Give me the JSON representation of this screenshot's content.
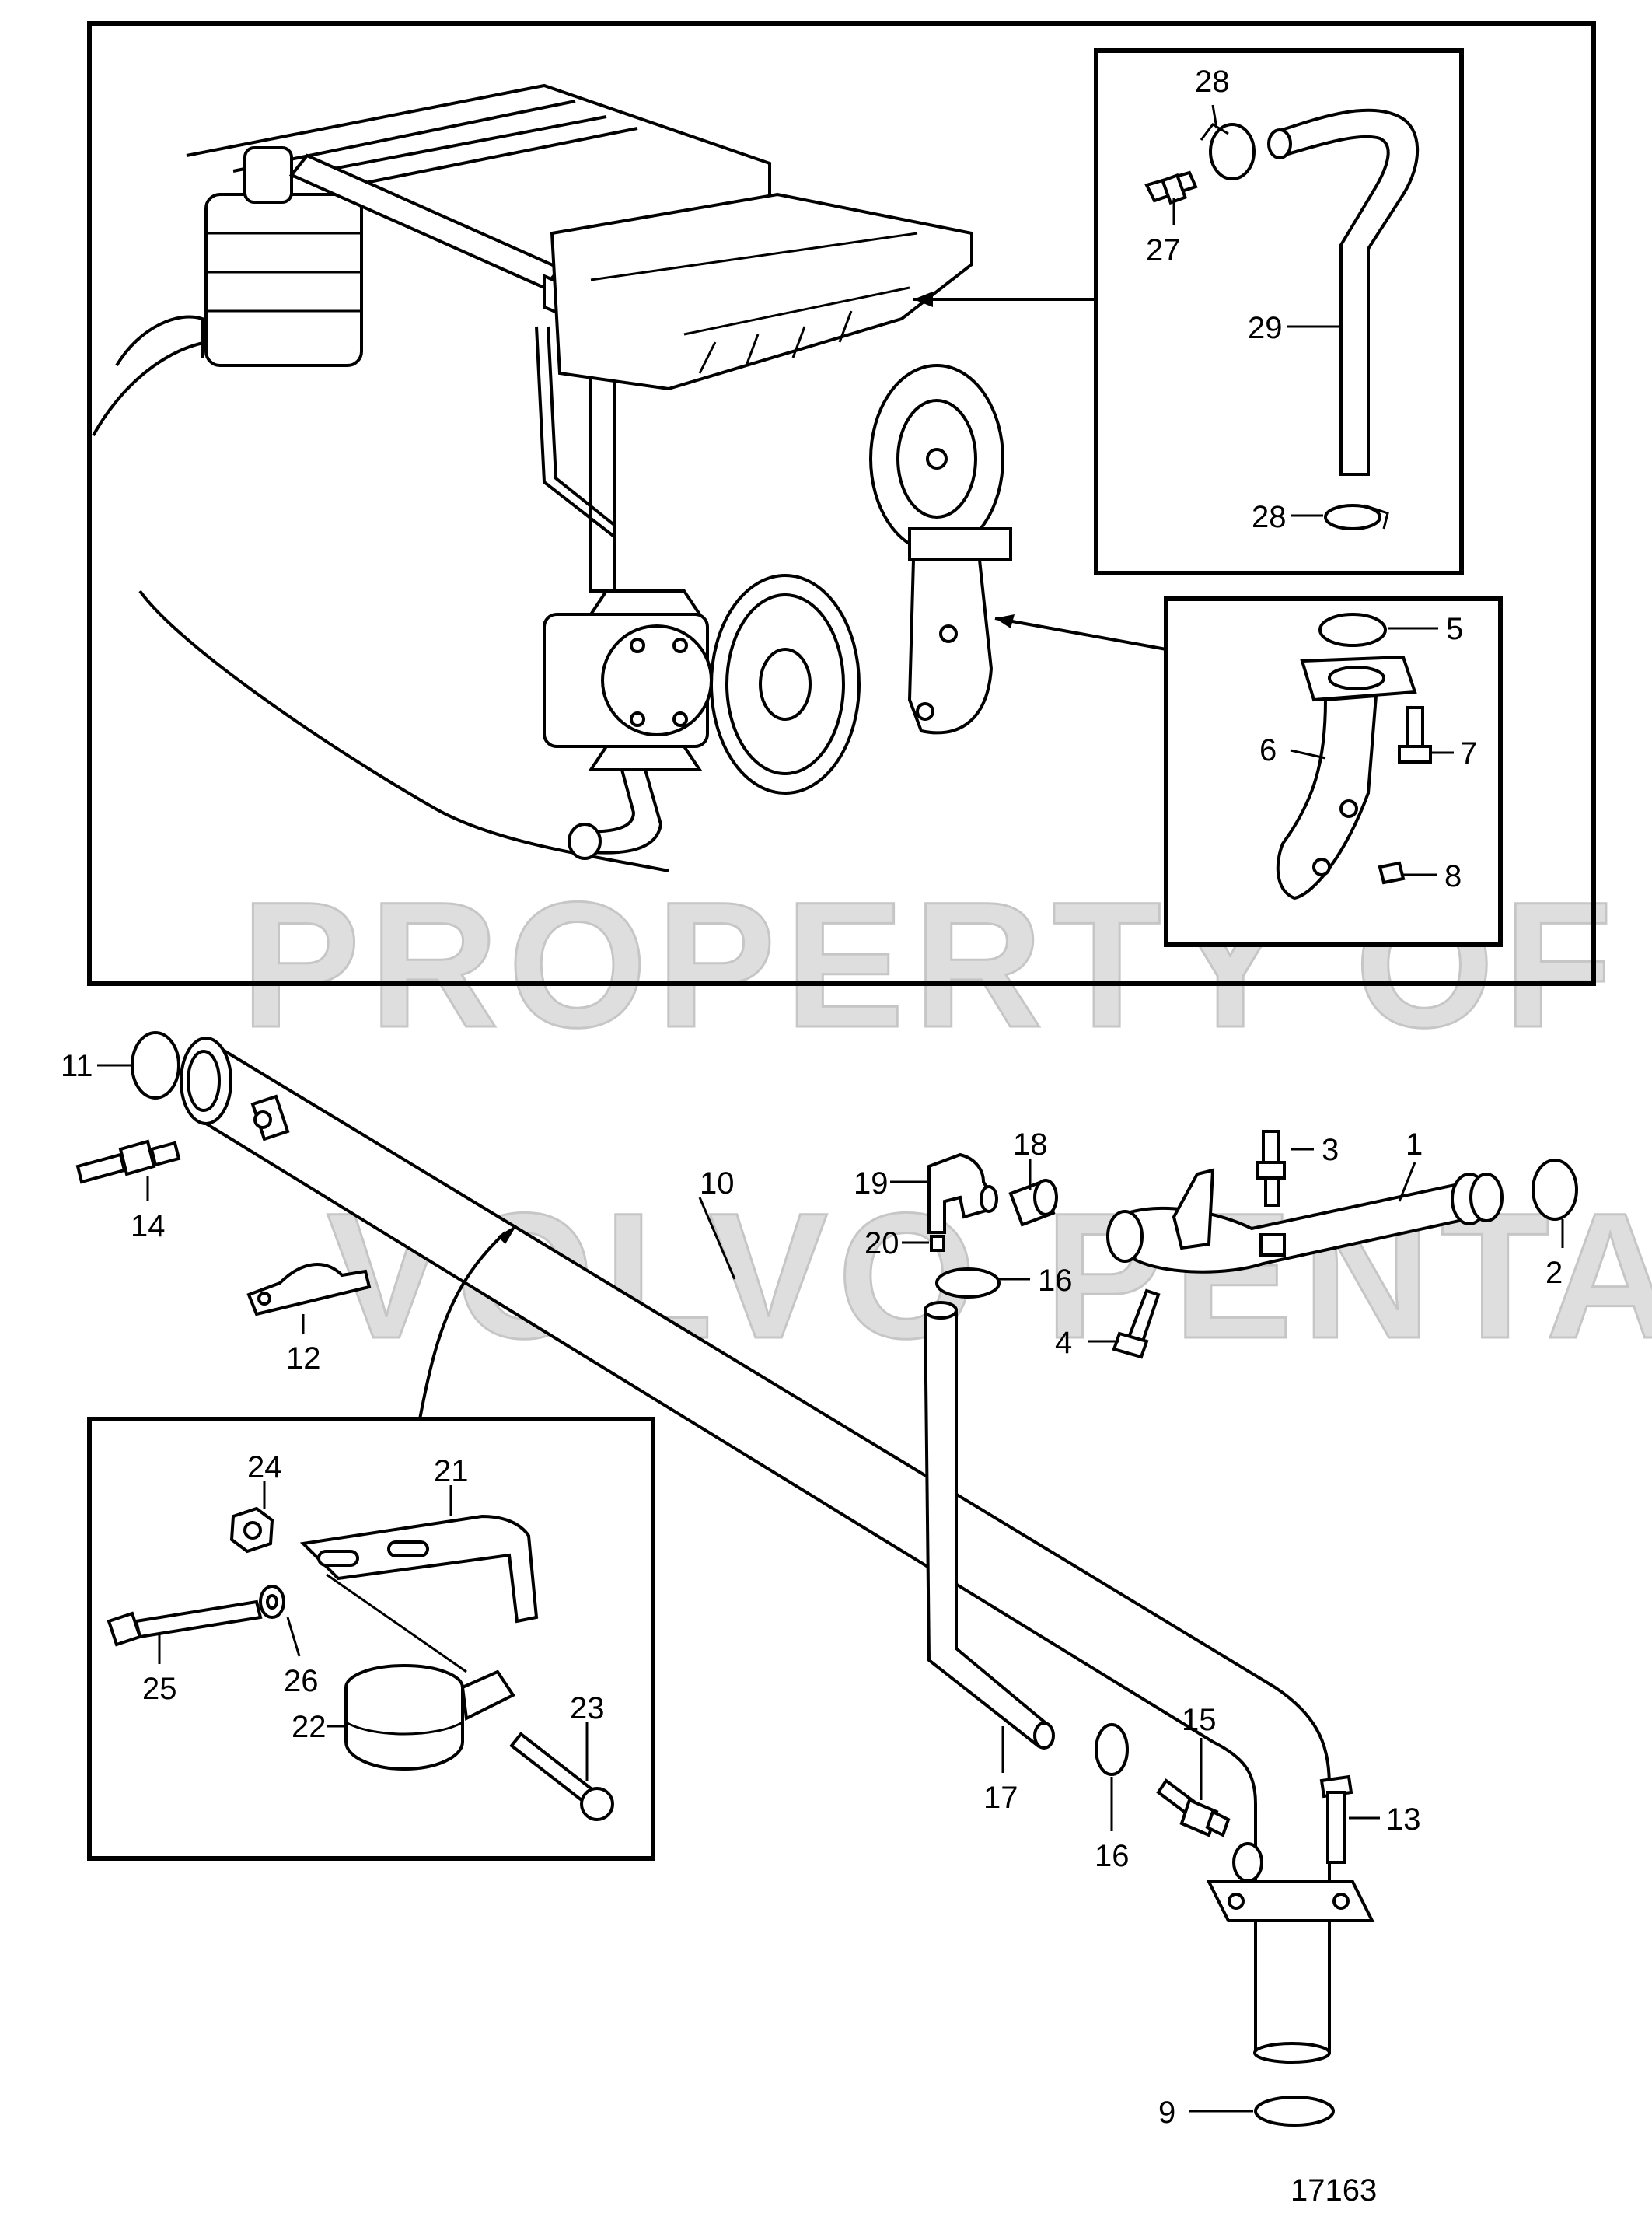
{
  "watermark": {
    "line1": "PROPERTY OF",
    "line2": "VOLVO PENTA"
  },
  "figure_number": "17163",
  "callouts": {
    "c1": "1",
    "c2": "2",
    "c3": "3",
    "c4": "4",
    "c5": "5",
    "c6": "6",
    "c7": "7",
    "c8": "8",
    "c9": "9",
    "c10": "10",
    "c11": "11",
    "c12": "12",
    "c13": "13",
    "c14": "14",
    "c15": "15",
    "c16a": "16",
    "c16b": "16",
    "c17": "17",
    "c18": "18",
    "c19": "19",
    "c20": "20",
    "c21": "21",
    "c22": "22",
    "c23": "23",
    "c24": "24",
    "c25": "25",
    "c26": "26",
    "c27": "27",
    "c28a": "28",
    "c28b": "28",
    "c29": "29"
  }
}
